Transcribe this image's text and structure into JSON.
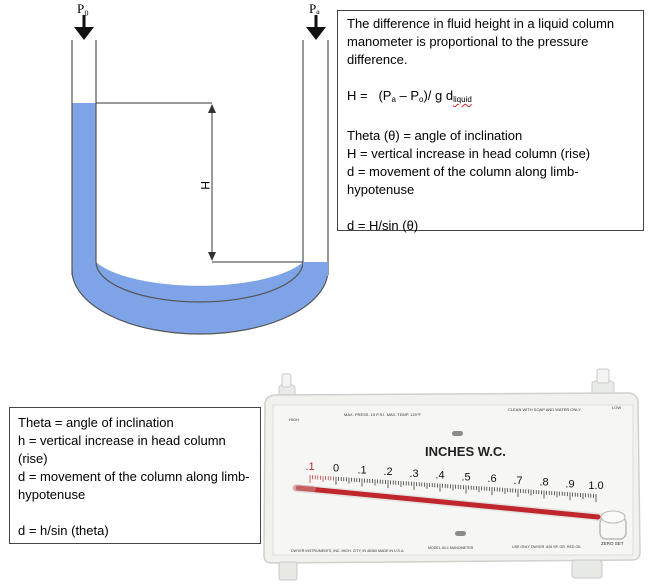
{
  "diagram": {
    "p0_label": "P₀",
    "pa_label": "Pₐ",
    "h_label": "H"
  },
  "top_box": {
    "intro": "The difference in fluid height in a liquid column manometer is proportional to the pressure difference.",
    "equation": {
      "lhs": "H =",
      "p_a": "(P",
      "sub_a": "a",
      "minus": " – P",
      "sub_o": "o",
      "rhs": ")/ g d",
      "sub_liquid": "liquid"
    },
    "defs": [
      "Theta (θ)  = angle of inclination",
      "H = vertical increase in  head column (rise)",
      "d = movement of the column along limb-hypotenuse"
    ],
    "formula": "d = H/sin (θ)"
  },
  "bottom_box": {
    "defs": [
      "Theta = angle of inclination",
      "h = vertical increase in head column (rise)",
      "d = movement of the column along limb-hypotenuse"
    ],
    "formula": "d = h/sin (theta)"
  },
  "gauge": {
    "title": "INCHES W.C.",
    "high_label": "HIGH",
    "low_label": "LOW",
    "spec_label": "MAX. PRESS. 15 P.S.I.   MAX. TEMP. 120°F",
    "clean_label": "CLEAN WITH SOAP AND WATER ONLY",
    "scale": [
      ".1",
      "0",
      ".1",
      ".2",
      ".3",
      ".4",
      ".5",
      ".6",
      ".7",
      ".8",
      ".9",
      "1.0"
    ],
    "reading": 1.0,
    "footer_left": "DWYER INSTRUMENTS, INC. MICH. CITY, IN 46360 MADE IN U.S.A.",
    "footer_mid": "MODEL 40-1 MANOMETER",
    "footer_right": "USE ONLY DWYER .826 SP. GR. RED OIL",
    "zero_label": "ZERO SET",
    "colors": {
      "fluid": "#7ea3e6",
      "indicator": "#c0262c",
      "panel": "#f1f2ee"
    }
  }
}
